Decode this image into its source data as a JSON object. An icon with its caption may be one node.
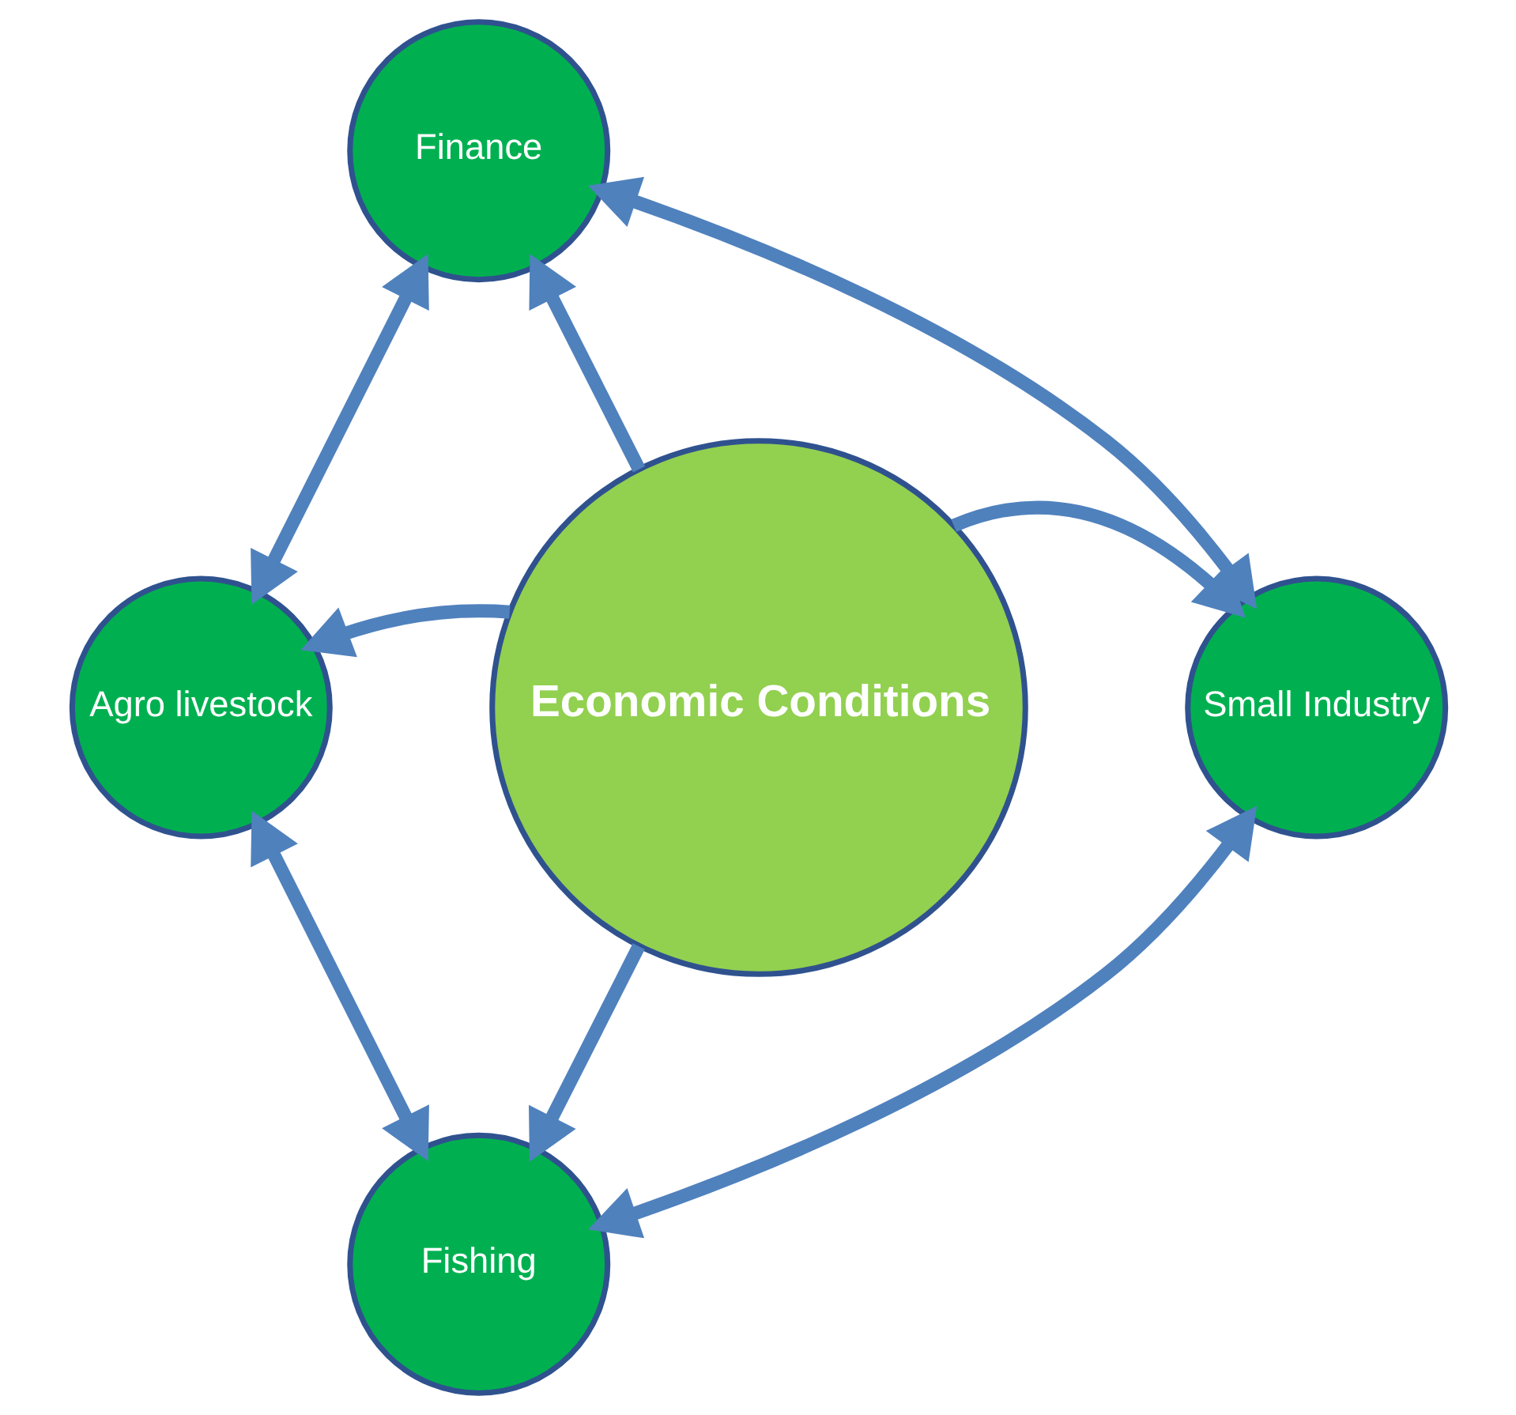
{
  "diagram": {
    "nodes": [
      {
        "text": [
          "Finance"
        ]
      },
      {
        "text": [
          "Agro livestock"
        ]
      },
      {
        "text": [
          "Economic Conditions"
        ]
      },
      {
        "text": [
          "Small Industry"
        ]
      },
      {
        "text": [
          "Fishing"
        ]
      }
    ],
    "edges": [
      {
        "from": 2,
        "to": 0,
        "arrow": "to"
      },
      {
        "from": 2,
        "to": 1,
        "arrow": "to"
      },
      {
        "from": 2,
        "to": 3,
        "arrow": "to"
      },
      {
        "from": 2,
        "to": 4,
        "arrow": "to"
      },
      {
        "from": 0,
        "to": 1,
        "arrow": "both"
      },
      {
        "from": 0,
        "to": 3,
        "arrow": "both"
      },
      {
        "from": 1,
        "to": 4,
        "arrow": "both"
      },
      {
        "from": 4,
        "to": 3,
        "arrow": "both"
      }
    ]
  }
}
